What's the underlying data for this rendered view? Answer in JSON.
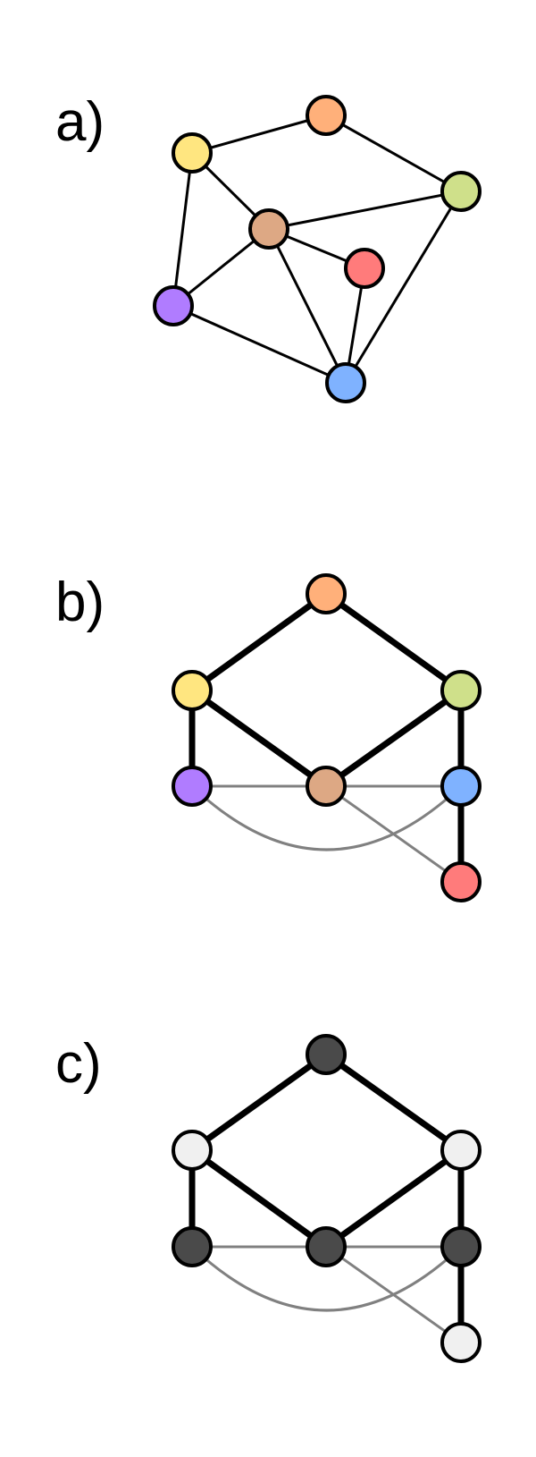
{
  "panels": [
    {
      "id": "a",
      "label": "a)",
      "nodes": [
        {
          "id": "orange",
          "color": "#FFB07A"
        },
        {
          "id": "yellow",
          "color": "#FFE680"
        },
        {
          "id": "green",
          "color": "#CFE08A"
        },
        {
          "id": "brown",
          "color": "#DDA884"
        },
        {
          "id": "red",
          "color": "#FF7B7B"
        },
        {
          "id": "purple",
          "color": "#B07CFF"
        },
        {
          "id": "blue",
          "color": "#7FB2FF"
        }
      ],
      "edges": [
        {
          "from": "yellow",
          "to": "orange",
          "style": "thin"
        },
        {
          "from": "orange",
          "to": "green",
          "style": "thin"
        },
        {
          "from": "yellow",
          "to": "brown",
          "style": "thin"
        },
        {
          "from": "yellow",
          "to": "purple",
          "style": "thin"
        },
        {
          "from": "brown",
          "to": "green",
          "style": "thin"
        },
        {
          "from": "brown",
          "to": "red",
          "style": "thin"
        },
        {
          "from": "brown",
          "to": "purple",
          "style": "thin"
        },
        {
          "from": "brown",
          "to": "blue",
          "style": "thin"
        },
        {
          "from": "red",
          "to": "blue",
          "style": "thin"
        },
        {
          "from": "green",
          "to": "blue",
          "style": "thin"
        },
        {
          "from": "purple",
          "to": "blue",
          "style": "thin"
        }
      ]
    },
    {
      "id": "b",
      "label": "b)",
      "nodes": [
        {
          "id": "orange",
          "color": "#FFB07A"
        },
        {
          "id": "yellow",
          "color": "#FFE680"
        },
        {
          "id": "green",
          "color": "#CFE08A"
        },
        {
          "id": "purple",
          "color": "#B07CFF"
        },
        {
          "id": "brown",
          "color": "#DDA884"
        },
        {
          "id": "blue",
          "color": "#7FB2FF"
        },
        {
          "id": "red",
          "color": "#FF7B7B"
        }
      ],
      "edges": [
        {
          "from": "orange",
          "to": "yellow",
          "style": "thick"
        },
        {
          "from": "orange",
          "to": "green",
          "style": "thick"
        },
        {
          "from": "yellow",
          "to": "purple",
          "style": "thick"
        },
        {
          "from": "yellow",
          "to": "brown",
          "style": "thick"
        },
        {
          "from": "green",
          "to": "brown",
          "style": "thick"
        },
        {
          "from": "green",
          "to": "blue",
          "style": "thick"
        },
        {
          "from": "blue",
          "to": "red",
          "style": "thick"
        },
        {
          "from": "purple",
          "to": "brown",
          "style": "gray"
        },
        {
          "from": "brown",
          "to": "blue",
          "style": "gray"
        },
        {
          "from": "brown",
          "to": "red",
          "style": "gray"
        },
        {
          "from": "purple",
          "to": "blue",
          "style": "gray-arc"
        }
      ]
    },
    {
      "id": "c",
      "label": "c)",
      "nodes": [
        {
          "id": "top",
          "color": "#4A4A4A"
        },
        {
          "id": "upper-left",
          "color": "#F0F0F0"
        },
        {
          "id": "upper-right",
          "color": "#F0F0F0"
        },
        {
          "id": "mid-left",
          "color": "#4A4A4A"
        },
        {
          "id": "mid-center",
          "color": "#4A4A4A"
        },
        {
          "id": "mid-right",
          "color": "#4A4A4A"
        },
        {
          "id": "bottom-right",
          "color": "#F0F0F0"
        }
      ],
      "edges": [
        {
          "from": "top",
          "to": "upper-left",
          "style": "thick"
        },
        {
          "from": "top",
          "to": "upper-right",
          "style": "thick"
        },
        {
          "from": "upper-left",
          "to": "mid-left",
          "style": "thick"
        },
        {
          "from": "upper-left",
          "to": "mid-center",
          "style": "thick"
        },
        {
          "from": "upper-right",
          "to": "mid-center",
          "style": "thick"
        },
        {
          "from": "upper-right",
          "to": "mid-right",
          "style": "thick"
        },
        {
          "from": "mid-right",
          "to": "bottom-right",
          "style": "thick"
        },
        {
          "from": "mid-left",
          "to": "mid-center",
          "style": "gray"
        },
        {
          "from": "mid-center",
          "to": "mid-right",
          "style": "gray"
        },
        {
          "from": "mid-center",
          "to": "bottom-right",
          "style": "gray"
        },
        {
          "from": "mid-left",
          "to": "mid-right",
          "style": "gray-arc"
        }
      ]
    }
  ]
}
